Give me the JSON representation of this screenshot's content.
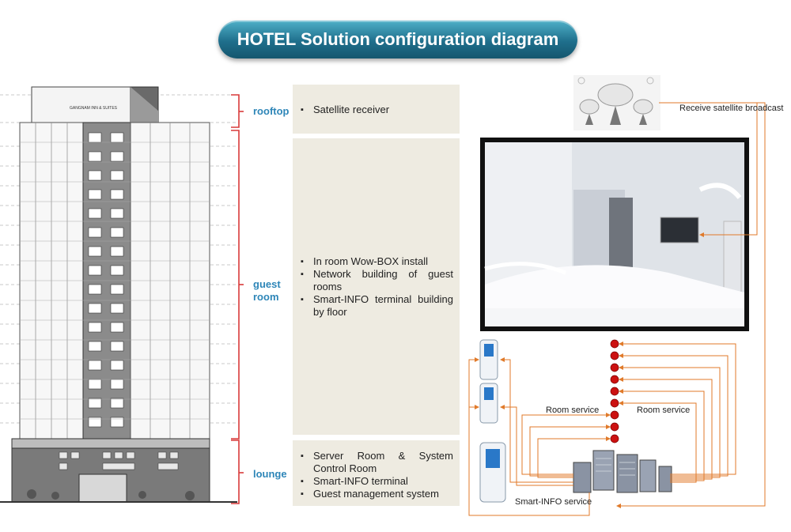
{
  "title": "HOTEL Solution configuration diagram",
  "zones": {
    "rooftop": {
      "label": "rooftop",
      "items": [
        "Satellite receiver"
      ]
    },
    "guest_room": {
      "label": "guest\nroom",
      "items": [
        "In room Wow-BOX install",
        "Network building of guest rooms",
        "Smart-INFO terminal building by floor"
      ]
    },
    "lounge": {
      "label": "lounge",
      "items": [
        "Server Room & System Control Room",
        "Smart-INFO terminal",
        "Guest management system"
      ]
    }
  },
  "building_sign": "GANGNAM INN & SUITES",
  "flow_labels": {
    "satellite": "Receive satellite broadcast",
    "room_service_left": "Room service",
    "room_service_right": "Room service",
    "smart_info": "Smart-INFO service"
  },
  "colors": {
    "title_bg": "#1f6f8c",
    "zone_label": "#2e86b8",
    "bracket": "#d83a3a",
    "arrow": "#e07a2a",
    "panel": "#eeebe1",
    "node": "#cc1111"
  }
}
